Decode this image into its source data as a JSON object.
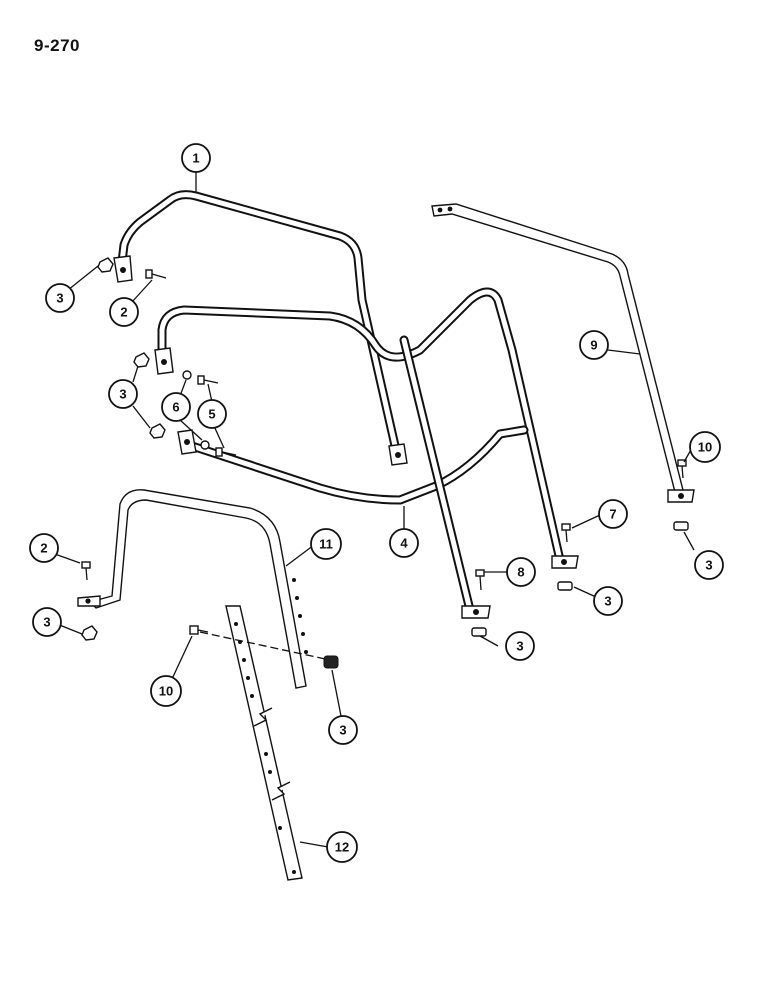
{
  "page": {
    "reference": "9-270"
  },
  "callouts": [
    {
      "id": "c1",
      "label": "1"
    },
    {
      "id": "c2a",
      "label": "2"
    },
    {
      "id": "c3a",
      "label": "3"
    },
    {
      "id": "c3b",
      "label": "3"
    },
    {
      "id": "c6",
      "label": "6"
    },
    {
      "id": "c5",
      "label": "5"
    },
    {
      "id": "c9",
      "label": "9"
    },
    {
      "id": "c10a",
      "label": "10"
    },
    {
      "id": "c7",
      "label": "7"
    },
    {
      "id": "c3c",
      "label": "3"
    },
    {
      "id": "c4",
      "label": "4"
    },
    {
      "id": "c11",
      "label": "11"
    },
    {
      "id": "c2b",
      "label": "2"
    },
    {
      "id": "c8",
      "label": "8"
    },
    {
      "id": "c3d",
      "label": "3"
    },
    {
      "id": "c3e",
      "label": "3"
    },
    {
      "id": "c3f",
      "label": "3"
    },
    {
      "id": "c10b",
      "label": "10"
    },
    {
      "id": "c3g",
      "label": "3"
    },
    {
      "id": "c12",
      "label": "12"
    }
  ]
}
